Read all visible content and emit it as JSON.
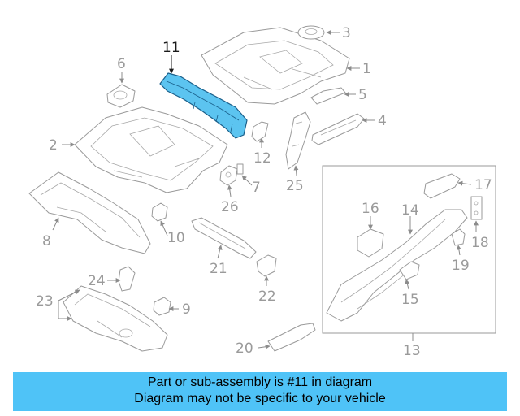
{
  "callouts": {
    "c1": "1",
    "c2": "2",
    "c3": "3",
    "c4": "4",
    "c5": "5",
    "c6": "6",
    "c7": "7",
    "c8": "8",
    "c9": "9",
    "c10": "10",
    "c11": "11",
    "c12": "12",
    "c13": "13",
    "c14": "14",
    "c15": "15",
    "c16": "16",
    "c17": "17",
    "c18": "18",
    "c19": "19",
    "c20": "20",
    "c21": "21",
    "c22": "22",
    "c23": "23",
    "c24": "24",
    "c25": "25",
    "c26": "26"
  },
  "highlighted_part": "11",
  "colors": {
    "highlight": "#5cc4f0",
    "banner": "#4fc3f7",
    "linework": "#9a9a9a"
  },
  "banner": {
    "line1": "Part or sub-assembly is #11 in diagram",
    "line2": "Diagram may not be specific to your vehicle"
  }
}
